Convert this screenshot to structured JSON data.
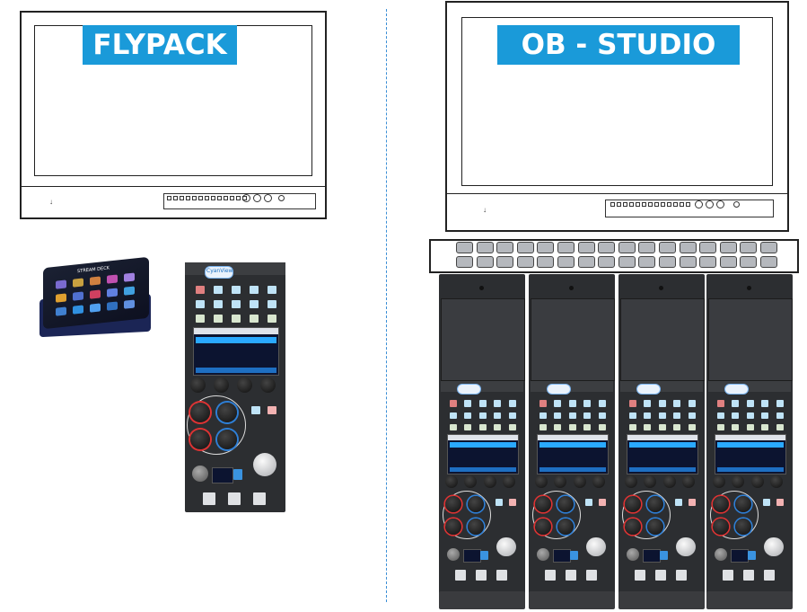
{
  "labels": {
    "left": "FLYPACK",
    "right": "OB - STUDIO"
  },
  "stream_deck": {
    "brand": "STREAM DECK"
  },
  "panel": {
    "brand": "CyanView"
  },
  "colors": {
    "label_bg": "#1a9ad9",
    "divider": "#3b8fd6",
    "panel": "#2c2e31"
  }
}
